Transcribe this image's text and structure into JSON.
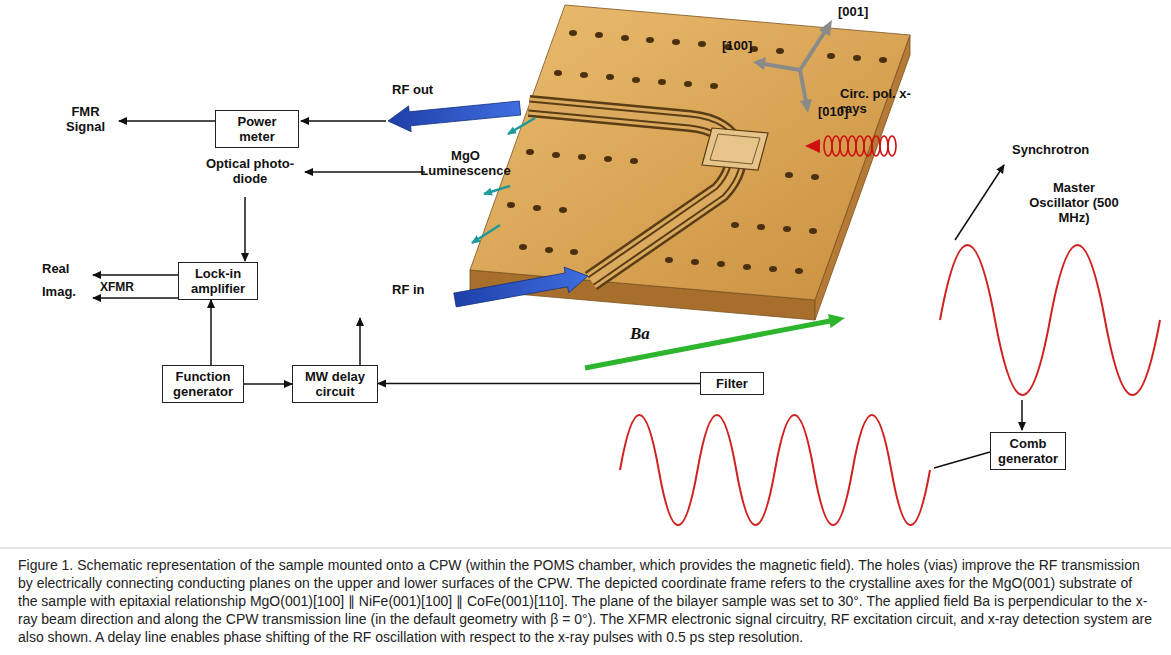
{
  "diagram": {
    "caption": "Figure 1. Schematic representation of the sample mounted onto a CPW (within the POMS chamber, which provides the magnetic field). The holes (vias) improve the RF transmission by electrically connecting conducting planes on the upper and lower surfaces of the CPW. The depicted coordinate frame refers to the crystalline axes for the MgO(001) substrate of the sample with epitaxial relationship MgO(001)[100] ∥ NiFe(001)[100] ∥ CoFe(001)[110]. The plane of the bilayer sample was set to 30°. The applied field Ba is perpendicular to the x-ray beam direction and along the CPW transmission line (in the default geometry with β = 0°). The XFMR electronic signal circuitry, RF excitation circuit, and x-ray detection system are also shown. A delay line enables phase shifting of the RF oscillation with respect to the x-ray pulses with 0.5 ps step resolution.",
    "nodes": [
      {
        "text": [
          "Power meter"
        ]
      },
      {
        "text": [
          "Lock-in amplifier"
        ]
      },
      {
        "text": [
          "Function generator"
        ]
      },
      {
        "text": [
          "MW delay circuit"
        ]
      },
      {
        "text": [
          "Filter"
        ]
      },
      {
        "text": [
          "Comb generator"
        ]
      }
    ],
    "edges": [
      {
        "from": 2,
        "to": 1,
        "arrow": "to"
      },
      {
        "from": 2,
        "to": 3,
        "arrow": "to"
      },
      {
        "from": 4,
        "to": 3,
        "arrow": "to"
      }
    ],
    "labels": [
      "FMR Signal",
      "RF out",
      "Optical photo-diode",
      "MgO Luminescence",
      "RF in",
      "Real",
      "XFMR",
      "Imag.",
      "[001]",
      "[100]",
      "[010]",
      "Circ. pol. x-rays",
      "Synchrotron",
      "Master Oscillator (500 MHz)",
      "Ba"
    ]
  }
}
